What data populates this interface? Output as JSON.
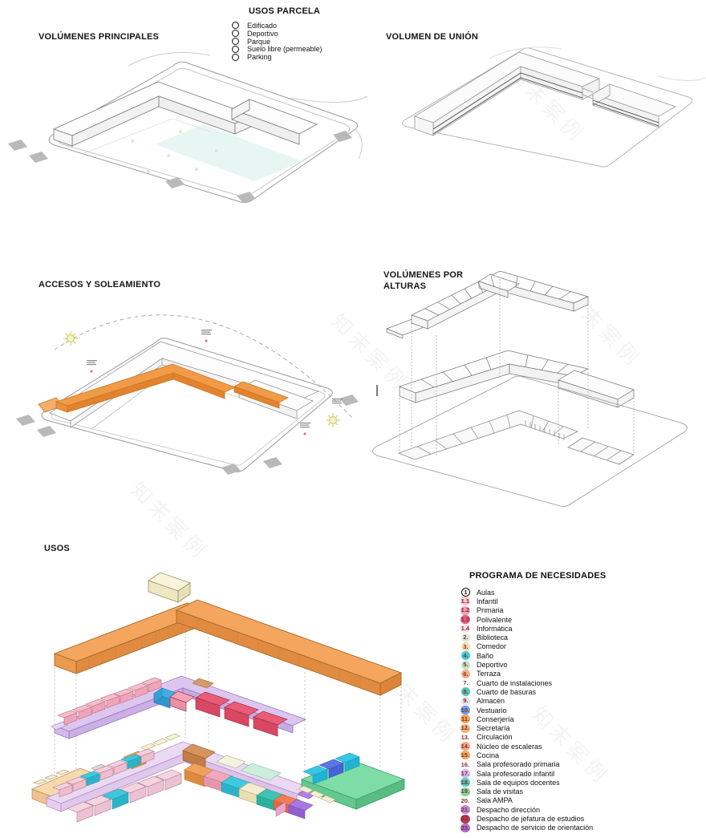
{
  "watermark": {
    "text": "知末案例"
  },
  "usos_parcela_legend": {
    "title": "USOS PARCELA",
    "items": [
      {
        "label": "Edificado"
      },
      {
        "label": "Deportivo"
      },
      {
        "label": "Parque"
      },
      {
        "label": "Suelo libre (permeable)"
      },
      {
        "label": "Parking"
      }
    ]
  },
  "sections": {
    "volumenes_principales": {
      "title": "VOLÚMENES PRINCIPALES"
    },
    "volumen_union": {
      "title": "VOLUMEN DE UNIÓN"
    },
    "accesos": {
      "title": "ACCESOS Y SOLEAMIENTO"
    },
    "alturas": {
      "title": "VOLÚMENES POR ALTURAS"
    },
    "usos": {
      "title": "USOS"
    }
  },
  "programa_legend": {
    "title": "PROGRAMA DE NECESIDADES",
    "header": {
      "num": "1",
      "label": "Aulas"
    },
    "items": [
      {
        "num": "1.1",
        "label": "Infantil",
        "color": "#F6C6D2"
      },
      {
        "num": "1.2",
        "label": "Primaria",
        "color": "#F29FB6"
      },
      {
        "num": "1.3",
        "label": "Polivalente",
        "color": "#DE5F84"
      },
      {
        "num": "1.4",
        "label": "Informática",
        "color": "#FBE2E8"
      },
      {
        "num": "2.",
        "label": "Biblioteca",
        "color": "#DCEDD8"
      },
      {
        "num": "3.",
        "label": "Comedor",
        "color": "#F2DFB4"
      },
      {
        "num": "4.",
        "label": "Baño",
        "color": "#41CBD6"
      },
      {
        "num": "5.",
        "label": "Deportivo",
        "color": "#BCE8C8"
      },
      {
        "num": "6.",
        "label": "Terraza",
        "color": "#F2B184"
      },
      {
        "num": "7.",
        "label": "Cuarto de instalaciones",
        "color": ""
      },
      {
        "num": "8.",
        "label": "Cuarto de basuras",
        "color": "#4BC8B8"
      },
      {
        "num": "9.",
        "label": "Almacén",
        "color": "#E4E4E4"
      },
      {
        "num": "10.",
        "label": "Vestuario",
        "color": "#6C9FE8"
      },
      {
        "num": "11.",
        "label": "Conserjería",
        "color": "#F2A45C"
      },
      {
        "num": "12.",
        "label": "Secretaría",
        "color": "#F0B87E"
      },
      {
        "num": "13.",
        "label": "Circulación",
        "color": ""
      },
      {
        "num": "14.",
        "label": "Núcleo de escaleras",
        "color": "#F2A98A"
      },
      {
        "num": "15.",
        "label": "Cocina",
        "color": "#F2B066"
      },
      {
        "num": "16.",
        "label": "Sala profesorado primaria",
        "color": ""
      },
      {
        "num": "17.",
        "label": "Sala profesorado infantil",
        "color": "#D6B9EF"
      },
      {
        "num": "18.",
        "label": "Sala de equipos docentes",
        "color": "#57CFC2"
      },
      {
        "num": "19.",
        "label": "Sala de visitas",
        "color": "#82D99C"
      },
      {
        "num": "20.",
        "label": "Sala AMPA",
        "color": ""
      },
      {
        "num": "21.",
        "label": "Despacho dirección",
        "color": "#BA8BE0"
      },
      {
        "num": "22.",
        "label": "Despacho de jefatura de estudios",
        "color": "#B53B52"
      },
      {
        "num": "23.",
        "label": "Despacho de servicio de orientación",
        "color": "#A96FD6"
      }
    ]
  },
  "colors": {
    "highlight_orange": "#F19A47",
    "roof_orange": "#F4A55E",
    "pool_cyan": "#E7F6F2",
    "sun_yellow": "#F4F2C4",
    "corridor_lavender": "#DCC6F0",
    "gym_green": "#7EDCA6",
    "parking_gray": "#B9B9B9"
  }
}
